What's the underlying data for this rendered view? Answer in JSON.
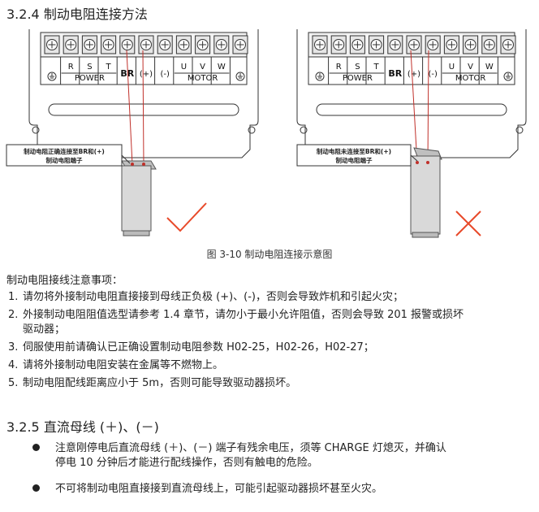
{
  "section1": {
    "number": "3.2.4",
    "title": "制动电阻连接方法"
  },
  "figure": {
    "terminals_top": [
      "R",
      "S",
      "T",
      "BR",
      "(+)",
      "(-)",
      "U",
      "V",
      "W"
    ],
    "group_power": "POWER",
    "group_motor": "MOTOR",
    "callout_correct_line1": "制动电阻正确连接至BR和(+)",
    "callout_correct_line2": "制动电阻端子",
    "callout_wrong_line1": "制动电阻未连接至BR和(+)",
    "callout_wrong_line2": "制动电阻端子",
    "caption": "图 3-10 制动电阻连接示意图",
    "colors": {
      "correct": "#e84a2a",
      "wrong": "#e84a2a",
      "wire": "#c0302a",
      "resistor": "#d9d9d9"
    }
  },
  "notes": {
    "heading": "制动电阻接线注意事项：",
    "items": [
      {
        "num": "1.",
        "text": "请勿将外接制动电阻直接接到母线正负极 (+)、(-)，否则会导致炸机和引起火灾；"
      },
      {
        "num": "2.",
        "text": "外接制动电阻阻值选型请参考 1.4 章节，请勿小于最小允许阻值，否则会导致 201 报警或损坏",
        "cont": "驱动器；"
      },
      {
        "num": "3.",
        "text": "伺服使用前请确认已正确设置制动电阻参数 H02-25，H02-26，H02-27；"
      },
      {
        "num": "4.",
        "text": "请将外接制动电阻安装在金属等不燃物上。"
      },
      {
        "num": "5.",
        "text": "制动电阻配线距离应小于 5m，否则可能导致驱动器损坏。"
      }
    ]
  },
  "section2": {
    "number": "3.2.5",
    "title": "直流母线 (＋)、(－)"
  },
  "bullets": [
    {
      "line1": "注意刚停电后直流母线 (＋)、(－) 端子有残余电压，须等 CHARGE 灯熄灭，并确认",
      "line2": "停电 10 分钟后才能进行配线操作，否则有触电的危险。"
    },
    {
      "line1": "不可将制动电阻直接接到直流母线上，可能引起驱动器损坏甚至火灾。"
    }
  ]
}
